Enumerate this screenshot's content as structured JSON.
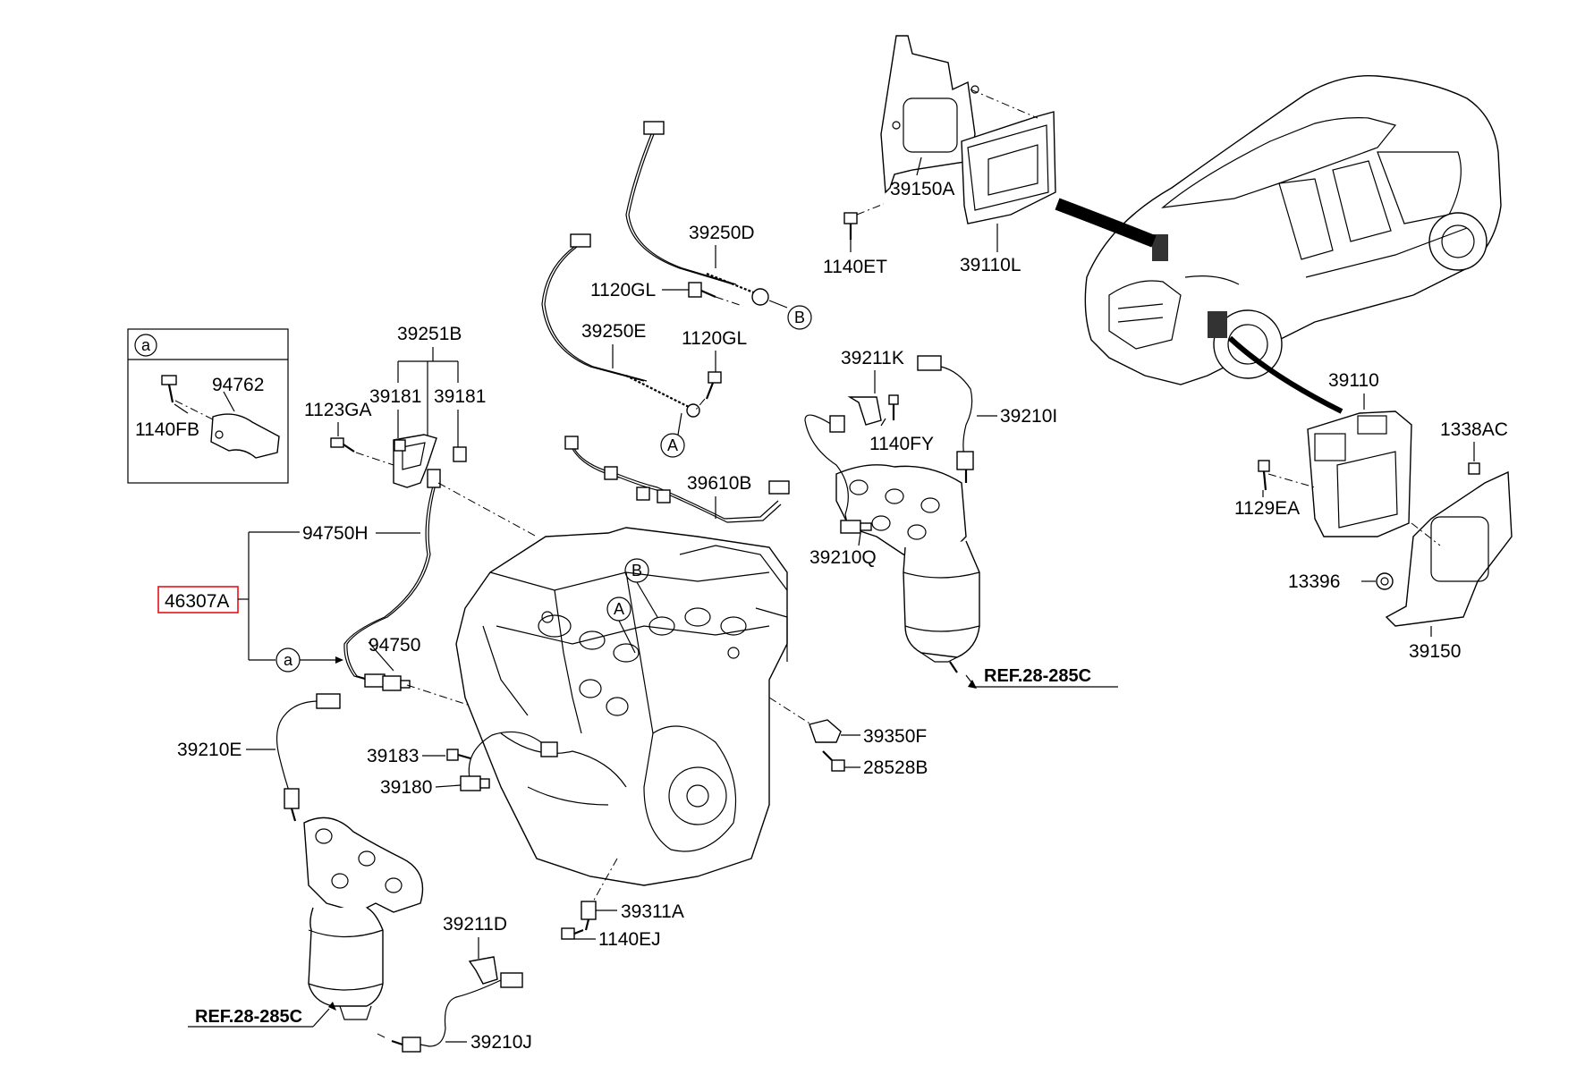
{
  "highlight_color": "#e8101a",
  "inset": {
    "marker": "a",
    "parts": [
      "94762",
      "1140FB"
    ]
  },
  "labels": {
    "p39250D": "39250D",
    "p1120GL_top": "1120GL",
    "p39250E": "39250E",
    "p1120GL_mid": "1120GL",
    "p39251B": "39251B",
    "p39181_left": "39181",
    "p39181_right": "39181",
    "p1123GA": "1123GA",
    "p94762": "94762",
    "p1140FB": "1140FB",
    "p39211K": "39211K",
    "p1140FY": "1140FY",
    "p39210I": "39210I",
    "p39610B": "39610B",
    "p94750H": "94750H",
    "p46307A": "46307A",
    "p39210Q": "39210Q",
    "p94750": "94750",
    "ref_right": "REF.28-285C",
    "p39350F": "39350F",
    "p28528B": "28528B",
    "p39210E": "39210E",
    "p39183": "39183",
    "p39180": "39180",
    "p39311A": "39311A",
    "p1140EJ": "1140EJ",
    "p39211D": "39211D",
    "ref_left": "REF.28-285C",
    "p39210J": "39210J",
    "p39150A": "39150A",
    "p1140ET": "1140ET",
    "p39110L": "39110L",
    "p39110": "39110",
    "p1338AC": "1338AC",
    "p1129EA": "1129EA",
    "p13396": "13396",
    "p39150": "39150"
  },
  "markers": {
    "B_connector": "B",
    "A_connector": "A",
    "B_engine": "B",
    "A_engine": "A",
    "a_harness": "a",
    "a_inset": "a"
  }
}
